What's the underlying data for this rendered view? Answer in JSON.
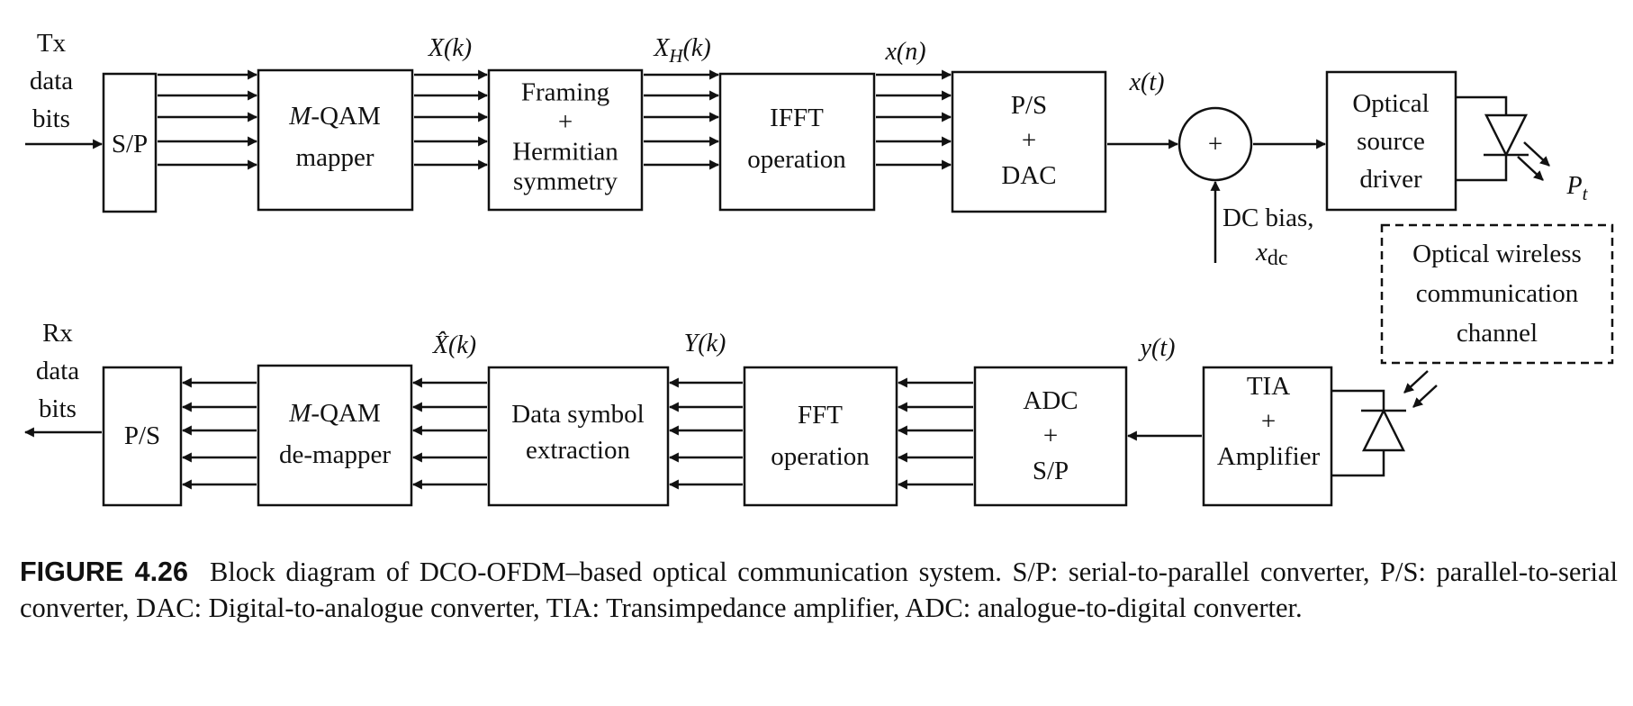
{
  "tx": {
    "input_label": [
      "Tx",
      "data",
      "bits"
    ],
    "blocks": {
      "sp": [
        "S/P"
      ],
      "qam_mapper": [
        "M-QAM",
        "mapper"
      ],
      "framing": [
        "Framing",
        "+",
        "Hermitian",
        "symmetry"
      ],
      "ifft": [
        "IFFT",
        "operation"
      ],
      "ps_dac": [
        "P/S",
        "+",
        "DAC"
      ],
      "summer": "+",
      "source_driver": [
        "Optical",
        "source",
        "driver"
      ]
    },
    "signals": {
      "xk": "X(k)",
      "xhk": "X_H(k)",
      "xn": "x(n)",
      "xt": "x(t)",
      "pt": "P_t"
    },
    "dc_bias": [
      "DC bias,",
      "x_dc"
    ]
  },
  "channel": [
    "Optical wireless",
    "communication",
    "channel"
  ],
  "rx": {
    "output_label": [
      "Rx",
      "data",
      "bits"
    ],
    "blocks": {
      "ps": [
        "P/S"
      ],
      "qam_demapper": [
        "M-QAM",
        "de-mapper"
      ],
      "extraction": [
        "Data symbol",
        "extraction"
      ],
      "fft": [
        "FFT",
        "operation"
      ],
      "adc_sp": [
        "ADC",
        "+",
        "S/P"
      ],
      "tia": [
        "TIA",
        "+",
        "Amplifier"
      ]
    },
    "signals": {
      "xhat": "X̂(k)",
      "yk": "Y(k)",
      "yt": "y(t)"
    }
  },
  "caption": {
    "figure_number": "FIGURE 4.26",
    "text": "Block diagram of DCO-OFDM–based optical communication system. S/P: serial-to-parallel converter, P/S: parallel-to-serial converter, DAC: Digital-to-analogue converter, TIA: Transimpedance amplifier, ADC: analogue-to-digital converter."
  }
}
